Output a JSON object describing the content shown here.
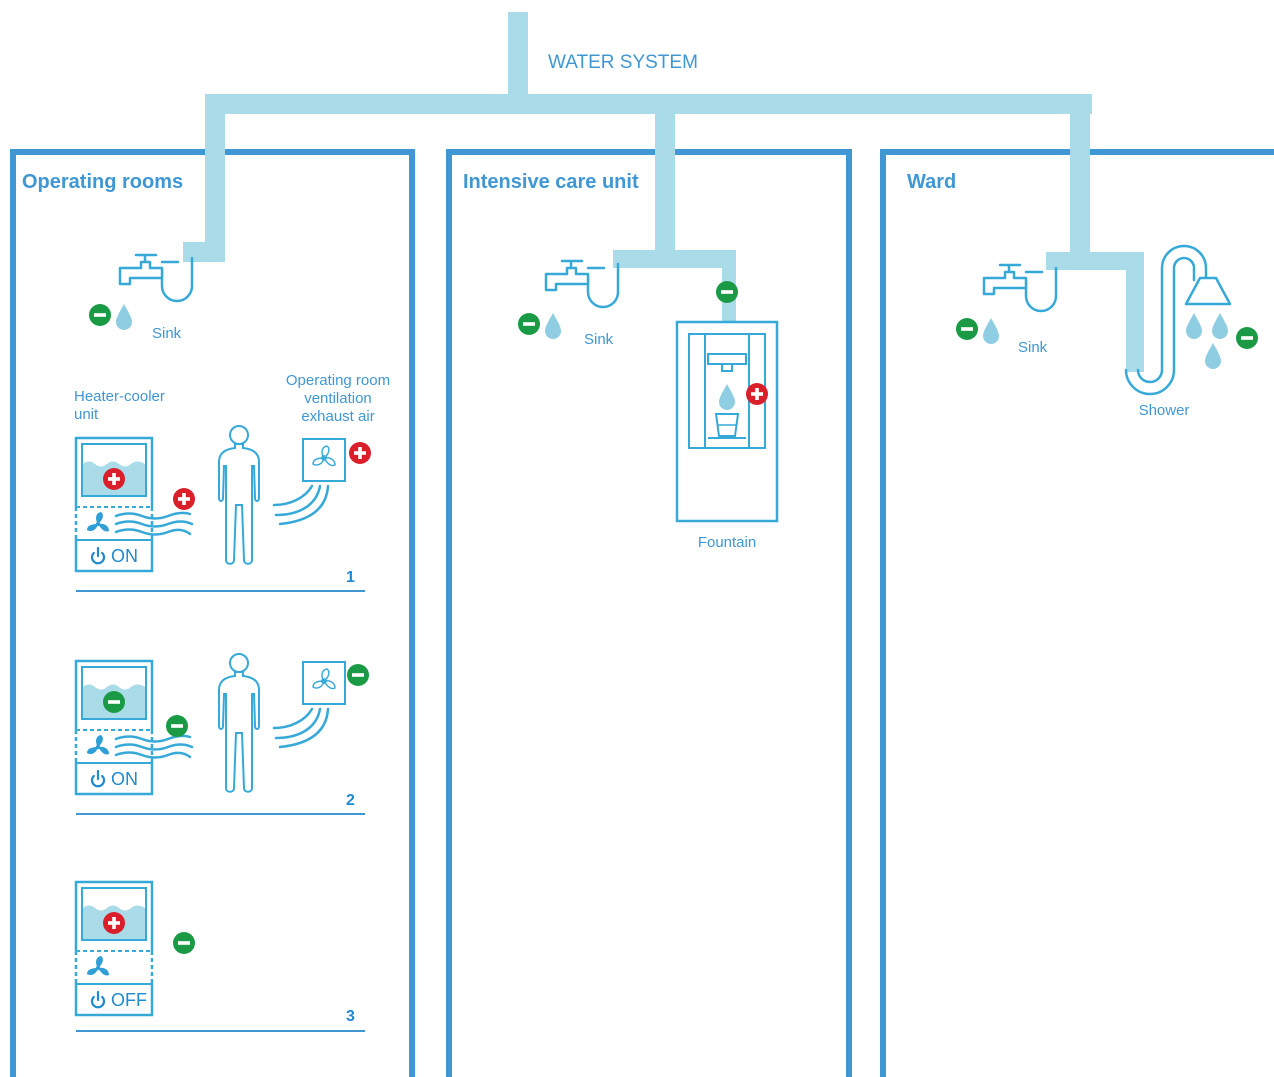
{
  "header": {
    "title": "WATER SYSTEM"
  },
  "rooms": [
    {
      "title": "Operating rooms",
      "sink_label": "Sink",
      "heater_label_lines": [
        "Heater-cooler",
        "unit"
      ],
      "vent_label_lines": [
        "Operating room",
        "ventilation",
        "exhaust air"
      ],
      "scenarios": [
        {
          "number": "1",
          "power": "ON",
          "tank": "+",
          "air": "+",
          "vent": "+"
        },
        {
          "number": "2",
          "power": "ON",
          "tank": "−",
          "air": "−",
          "vent": "−"
        },
        {
          "number": "3",
          "power": "OFF",
          "tank": "+",
          "air": "−"
        }
      ]
    },
    {
      "title": "Intensive care unit",
      "sink_label": "Sink",
      "fountain_label": "Fountain"
    },
    {
      "title": "Ward",
      "sink_label": "Sink",
      "shower_label": "Shower"
    }
  ],
  "colors": {
    "wall": "#3f97d4",
    "pipe": "#a9dbe9",
    "outline": "#36a9d9",
    "water": "#8fcde3",
    "positive": "#d9202a",
    "negative": "#1b9a45"
  },
  "legend_semantics": {
    "plus": "positive",
    "minus": "negative"
  }
}
